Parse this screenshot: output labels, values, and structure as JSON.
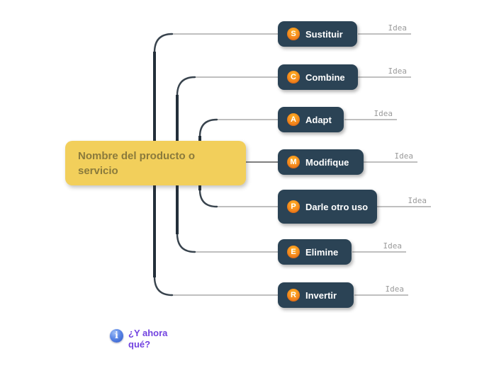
{
  "map": {
    "center": {
      "label": "Nombre del producto o servicio"
    },
    "branches": [
      {
        "letter": "S",
        "label": "Sustituir",
        "idea": "Idea"
      },
      {
        "letter": "C",
        "label": "Combine",
        "idea": "Idea"
      },
      {
        "letter": "A",
        "label": "Adapt",
        "idea": "Idea"
      },
      {
        "letter": "M",
        "label": "Modifique",
        "idea": "Idea"
      },
      {
        "letter": "P",
        "label": "Darle otro uso",
        "idea": "Idea"
      },
      {
        "letter": "E",
        "label": "Elimine",
        "idea": "Idea"
      },
      {
        "letter": "R",
        "label": "Invertir",
        "idea": "Idea"
      }
    ],
    "footer": {
      "label": "¿Y ahora qué?",
      "info_glyph": "i"
    },
    "colors": {
      "branch_node_bg": "#2b4355",
      "branch_node_text": "#ffffff",
      "badge_orange_top": "#fcb023",
      "badge_orange_bottom": "#f2711c",
      "center_bg": "#f2cf5b",
      "center_text": "#8a7a3c",
      "connector_dark": "#232f3a",
      "connector_gray": "#999999",
      "idea_text": "#9a9a9a",
      "footer_text": "#7243e0",
      "info_icon_blue": "#3c6cd8"
    }
  }
}
